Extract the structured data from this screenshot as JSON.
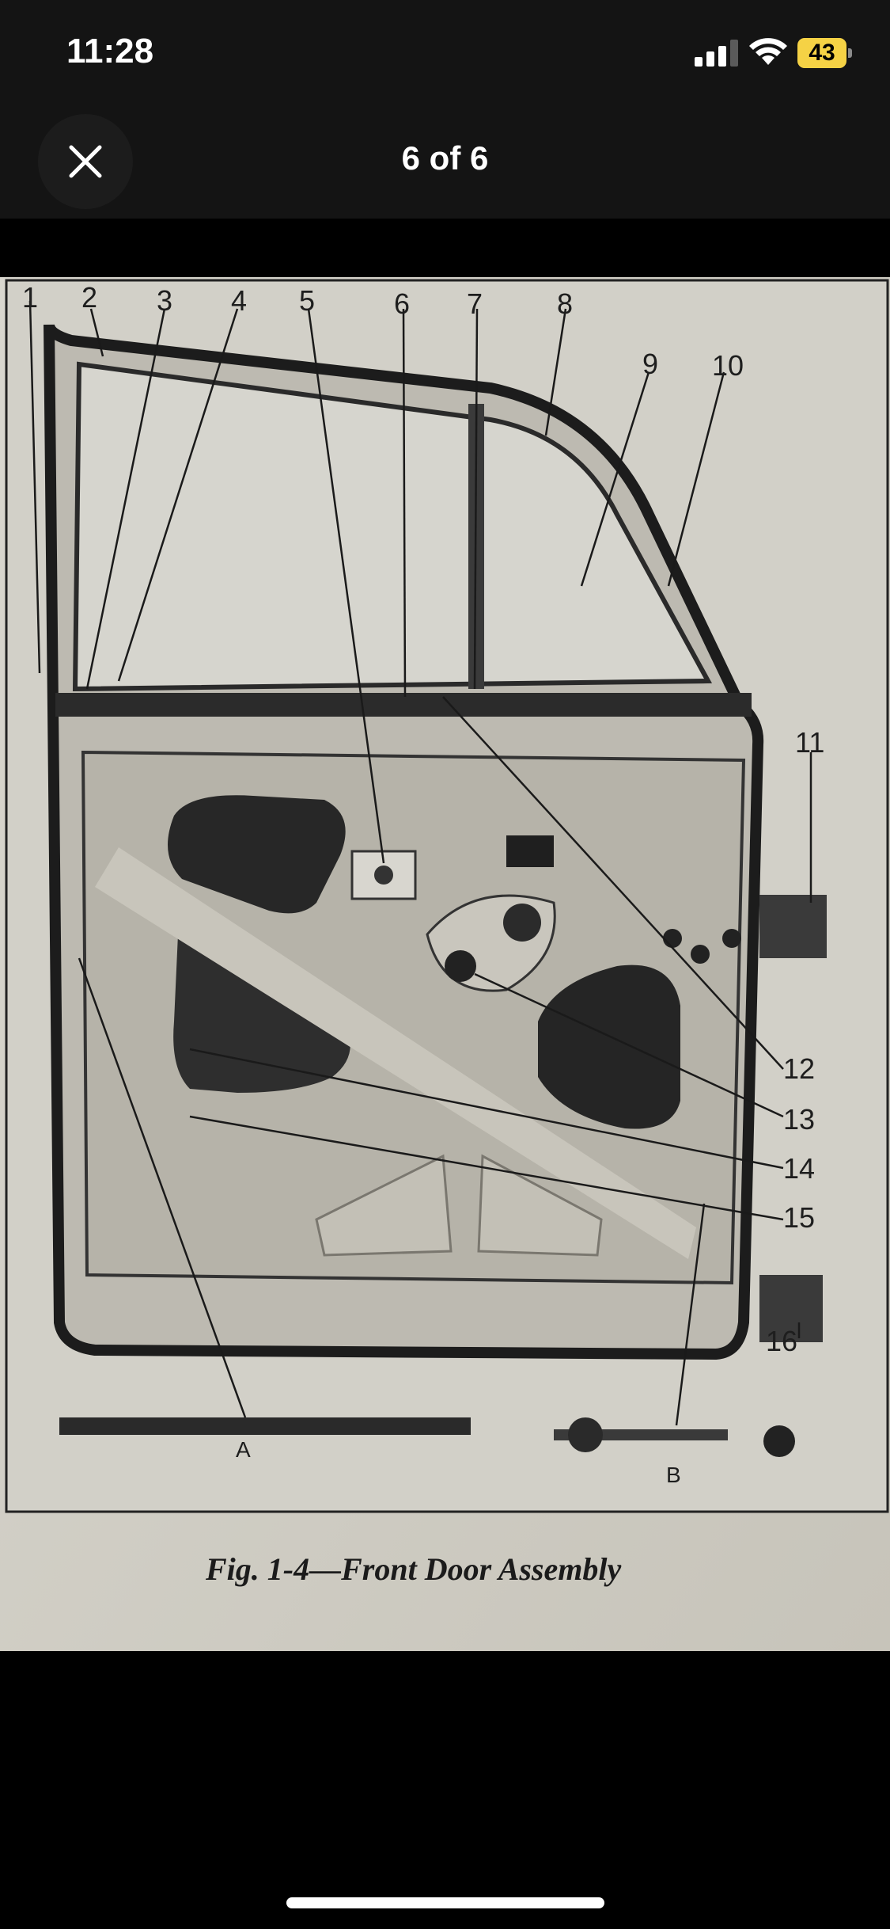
{
  "status": {
    "time": "11:28",
    "battery": "43"
  },
  "nav": {
    "title": "6 of 6"
  },
  "figure": {
    "caption": "Fig. 1-4—Front Door Assembly",
    "callouts": [
      "1",
      "2",
      "3",
      "4",
      "5",
      "6",
      "7",
      "8",
      "9",
      "10",
      "11",
      "12",
      "13",
      "14",
      "15",
      "16"
    ],
    "letters": [
      "A",
      "B"
    ]
  },
  "icons": {
    "close": "close-icon",
    "signal": "cellular-signal-icon",
    "wifi": "wifi-icon",
    "battery": "battery-icon"
  }
}
